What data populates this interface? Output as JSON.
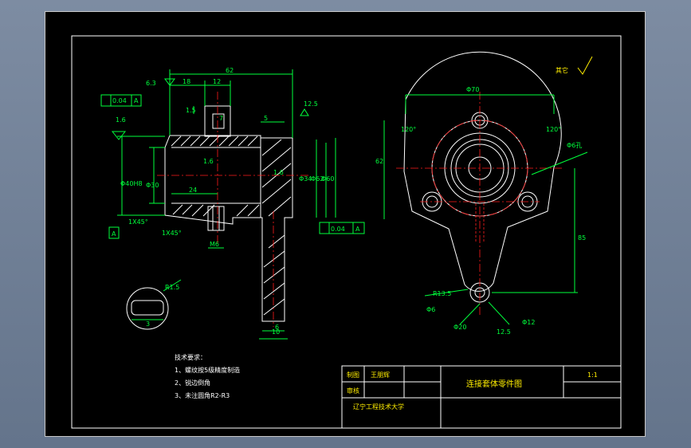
{
  "colors": {
    "background": "#000000",
    "outline": "#ffffff",
    "dimension": "#00ff3c",
    "center_line": "#ff1a1a",
    "title_text": "#ffee00"
  },
  "front_view": {
    "dim_62": "62",
    "dim_18": "18",
    "dim_12": "12",
    "dim_7": "7",
    "dim_1_5": "1.5",
    "dim_5": "5",
    "roughness_3_2": "6.3",
    "roughness_1_6a": "1.6",
    "roughness_1_6b": "1.6",
    "roughness_1_6c": "1.6",
    "roughness_12_5": "12.5",
    "tol_left": "0.04",
    "tol_left_ref": "A",
    "datum_a": "A",
    "dim_phi40": "Φ40H8",
    "dim_phi30": "Φ30",
    "dim_24": "24",
    "chamfer_1": "1X45°",
    "chamfer_2": "1X45°",
    "dim_m6": "M6",
    "dim_phi34": "Φ34",
    "dim_phi62": "Φ62",
    "dim_phi60": "Φ60",
    "tol_right": "0.04",
    "tol_right_ref": "A",
    "dim_6": "6",
    "dim_10": "10"
  },
  "section_view": {
    "label_r": "R1.5",
    "label_3": "3"
  },
  "top_view": {
    "dim_phi70": "Φ70",
    "angle_120a": "120°",
    "angle_120b": "120°",
    "dim_phi6": "Φ6孔",
    "dim_62": "62",
    "dim_85": "85",
    "dim_r13": "R13.5",
    "dim_phi6b": "Φ6",
    "dim_phi20": "Φ20",
    "dim_phi12": "Φ12",
    "dim_12_5": "12.5",
    "roughness_rest": "其它"
  },
  "notes": {
    "title": "技术要求：",
    "item1": "1、螺纹按5级精度制造",
    "item2": "2、锐边倒角",
    "item3": "3、未注圆角R2-R3"
  },
  "title_block": {
    "row1_label": "制图",
    "row1_name": "王朋辉",
    "row2_label": "审核",
    "drawing_name": "连接套体零件图",
    "scale": "1:1",
    "school": "辽宁工程技术大学"
  }
}
